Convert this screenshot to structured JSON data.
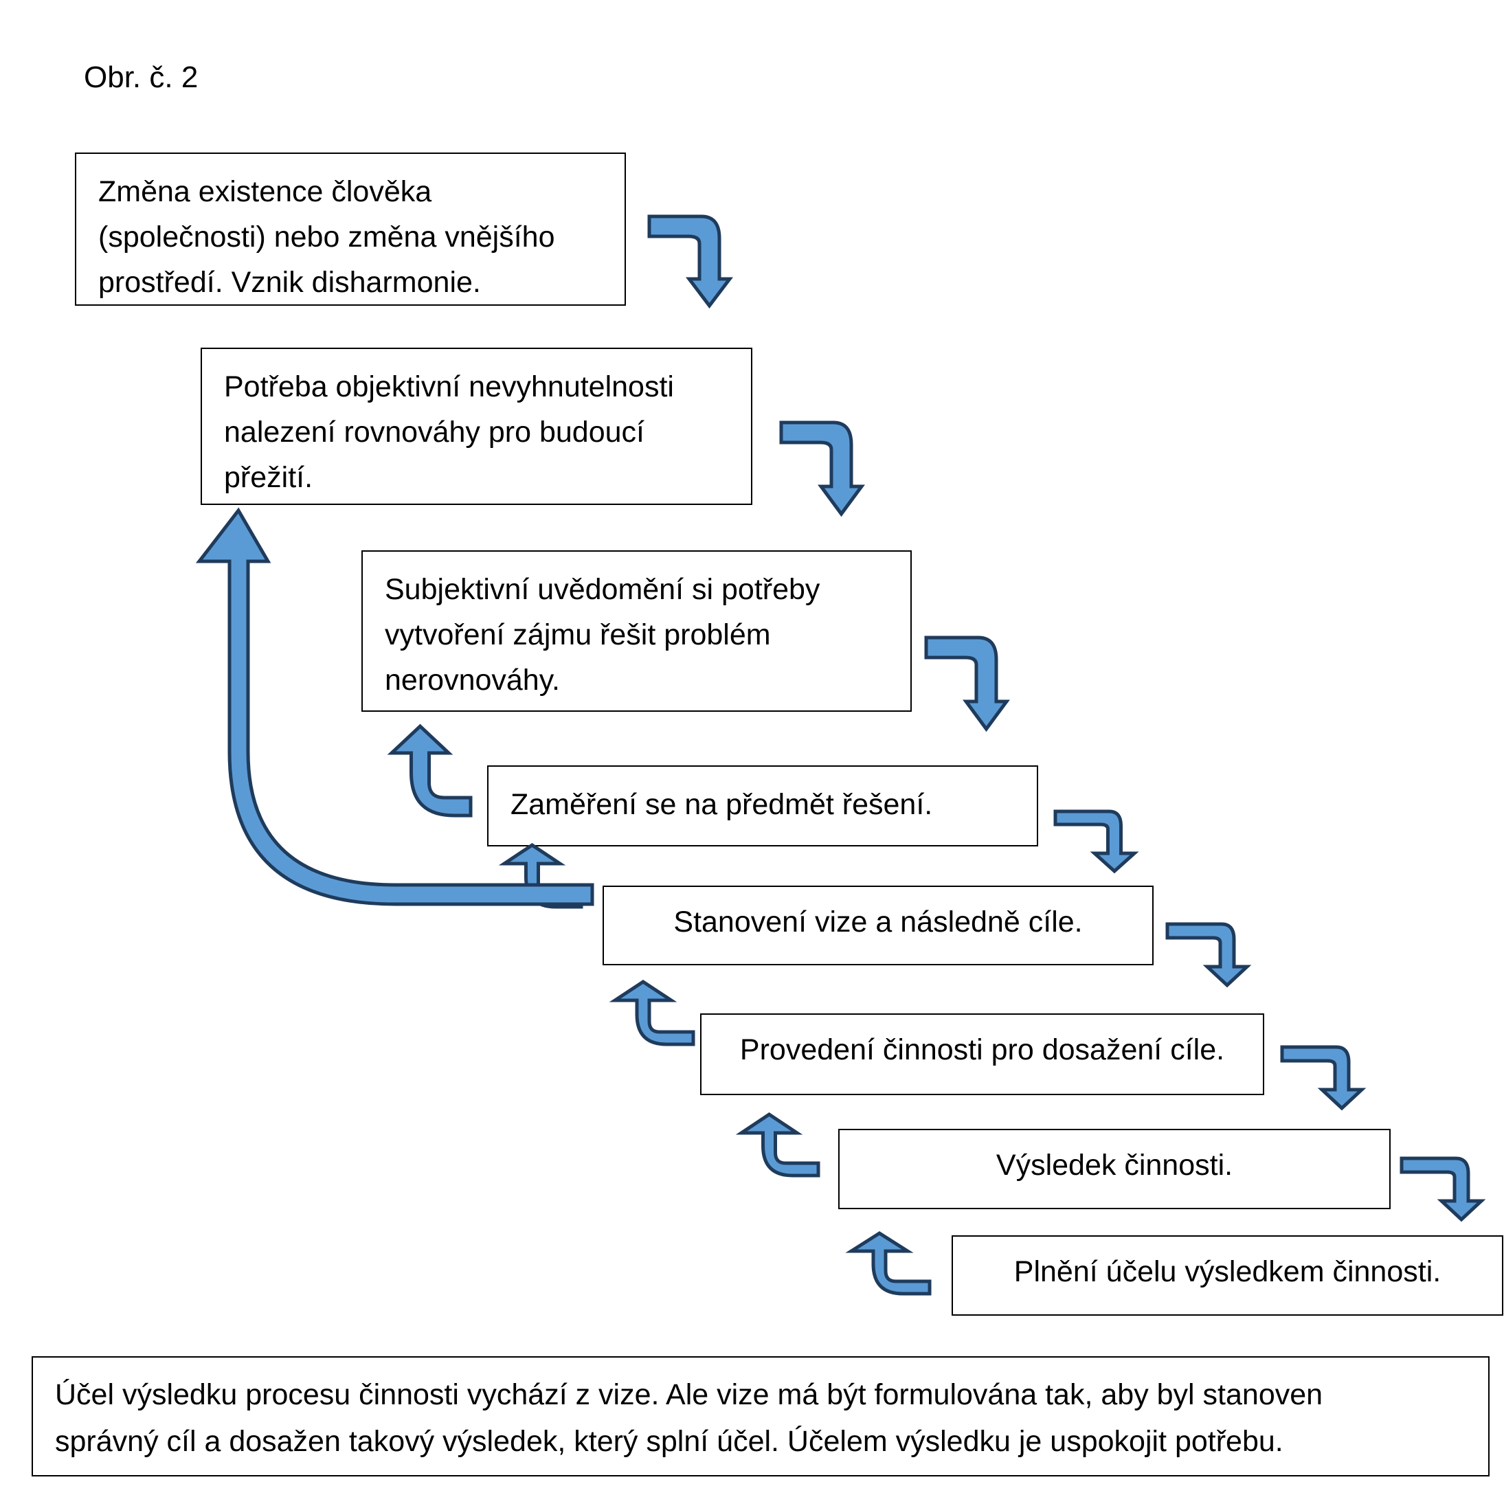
{
  "figure_label": "Obr. č. 2",
  "steps": [
    {
      "lines": [
        "Změna existence člověka",
        "(společnosti) nebo změna vnějšího",
        "prostředí. Vznik disharmonie."
      ]
    },
    {
      "lines": [
        "Potřeba objektivní nevyhnutelnosti",
        "nalezení rovnováhy pro budoucí",
        "přežití."
      ]
    },
    {
      "lines": [
        "Subjektivní uvědomění si potřeby",
        "vytvoření zájmu řešit problém",
        "nerovnováhy."
      ]
    },
    {
      "lines": [
        "Zaměření se na předmět řešení."
      ]
    },
    {
      "lines": [
        "Stanovení vize a následně cíle."
      ]
    },
    {
      "lines": [
        "Provedení činnosti pro dosažení cíle."
      ]
    },
    {
      "lines": [
        "Výsledek činnosti."
      ]
    },
    {
      "lines": [
        "Plnění účelu výsledkem činnosti."
      ]
    }
  ],
  "note": {
    "lines": [
      "Účel výsledku procesu činnosti vychází z vize. Ale vize má být formulována tak, aby byl stanoven",
      "správný cíl a dosažen takový výsledek, který splní účel. Účelem výsledku je uspokojit potřebu."
    ]
  },
  "colors": {
    "arrow_fill": "#5b9bd5",
    "arrow_stroke": "#1f3b5c",
    "box_border": "#000000"
  },
  "arrows": {
    "forward": [
      "step-1-to-2",
      "step-2-to-3",
      "step-3-to-4",
      "step-4-to-5",
      "step-5-to-6",
      "step-6-to-7",
      "step-7-to-8"
    ],
    "feedback": [
      "step-4-to-3",
      "step-5-to-4",
      "step-6-to-5",
      "step-7-to-6",
      "step-8-to-7"
    ],
    "main_feedback": "step-5-to-2"
  }
}
